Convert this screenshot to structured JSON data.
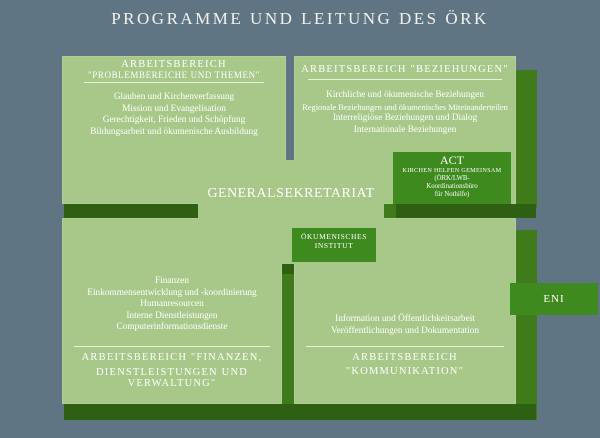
{
  "title": "PROGRAMME UND LEITUNG DES ÖRK",
  "boxes": {
    "top_left": {
      "head_lines": [
        "ARBEITSBEREICH",
        "\"PROBLEMBEREICHE UND THEMEN\""
      ],
      "items": [
        "Glauben und Kirchenverfassung",
        "Mission und Evangelisation",
        "Gerechtigkeit, Frieden und Schöpfung",
        "Bildungsarbeit und ökumenische Ausbildung"
      ]
    },
    "top_right": {
      "head_lines": [
        "ARBEITSBEREICH \"BEZIEHUNGEN\""
      ],
      "items": [
        "Kirchliche und ökumenische  Beziehungen",
        "Regionale Beziehungen und ökumenisches Miteinanderteilen",
        "Interreligiöse Beziehungen und Dialog",
        "Internationale Beziehungen"
      ]
    },
    "bottom_left": {
      "head_lines": [
        "ARBEITSBEREICH \"FINANZEN,",
        "DIENSTLEISTUNGEN UND VERWALTUNG\""
      ],
      "items": [
        "Finanzen",
        "Einkommensentwicklung und -koordinierung",
        "Humanresourcen",
        "Interne Dienstleistungen",
        "Computerinformationsdienste"
      ]
    },
    "bottom_right": {
      "head_lines": [
        "ARBEITSBEREICH",
        "\"KOMMUNIKATION\""
      ],
      "items": [
        "Information und Öffentlichkeitsarbeit",
        "Veröffentlichungen und Dokumentation"
      ]
    }
  },
  "center": {
    "label": "GENERALSEKRETARIAT",
    "institute_lines": [
      "ÖKUMENISCHES",
      "INSTITUT"
    ]
  },
  "act": {
    "title": "ACT",
    "subtitle": "KIRCHEN HELFEN GEMEINSAM",
    "lines": [
      "(ÖRK/LWB-",
      "Koordinationsbüro",
      "für Nothilfe)"
    ]
  },
  "eni": {
    "label": "ENI"
  },
  "colors": {
    "background": "#5f7583",
    "box_face": "#a7c888",
    "box_depth": "#3f7a1b",
    "badge": "#3e8a1e"
  }
}
